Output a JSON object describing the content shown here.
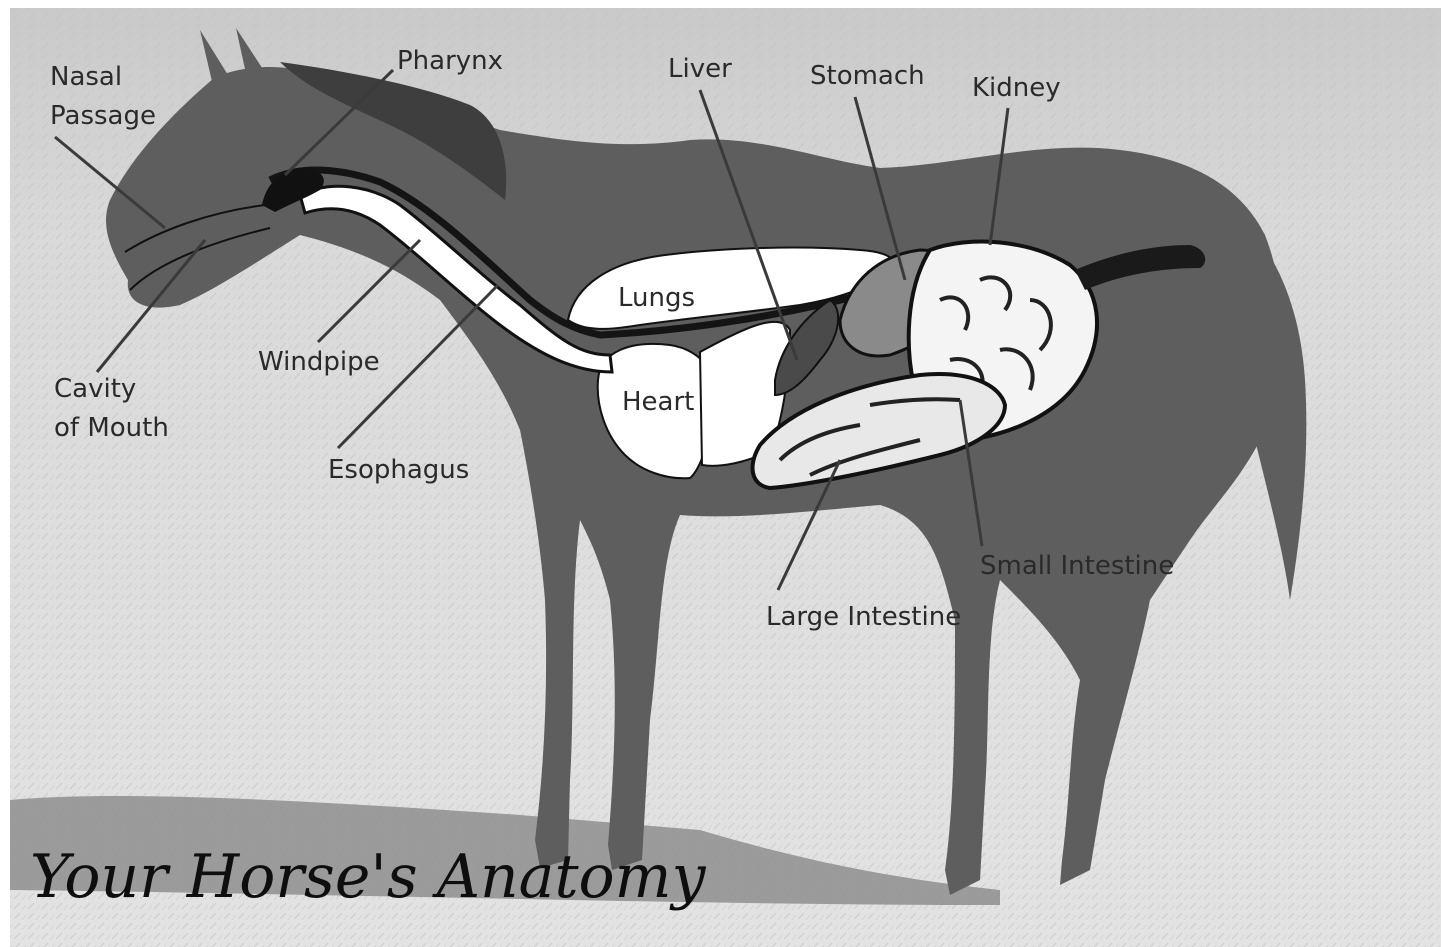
{
  "title": "Your Horse's Anatomy",
  "labels": {
    "nasal_passage": [
      "Nasal",
      "Passage"
    ],
    "pharynx": "Pharynx",
    "liver": "Liver",
    "stomach": "Stomach",
    "kidney": "Kidney",
    "lungs": "Lungs",
    "heart": "Heart",
    "windpipe": "Windpipe",
    "cavity_of_mouth": [
      "Cavity",
      "of Mouth"
    ],
    "esophagus": "Esophagus",
    "small_intestine": "Small Intestine",
    "large_intestine": "Large Intestine"
  },
  "colors": {
    "background_ground": "#dcdcdc",
    "background_sky": "#cfcfcf",
    "horse_body": "#5e5e5e",
    "organ_fill": "#ffffff",
    "organ_outline": "#111111",
    "leader_line": "#3a3a3a",
    "label_text": "#2a2a2a"
  }
}
